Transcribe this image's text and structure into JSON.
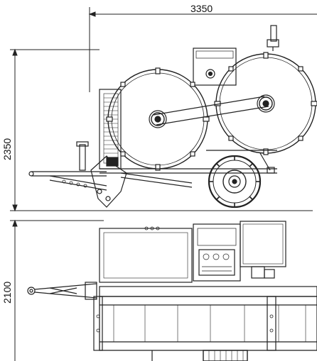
{
  "dimensions": {
    "length": "3350",
    "height": "2350",
    "width": "2100"
  }
}
